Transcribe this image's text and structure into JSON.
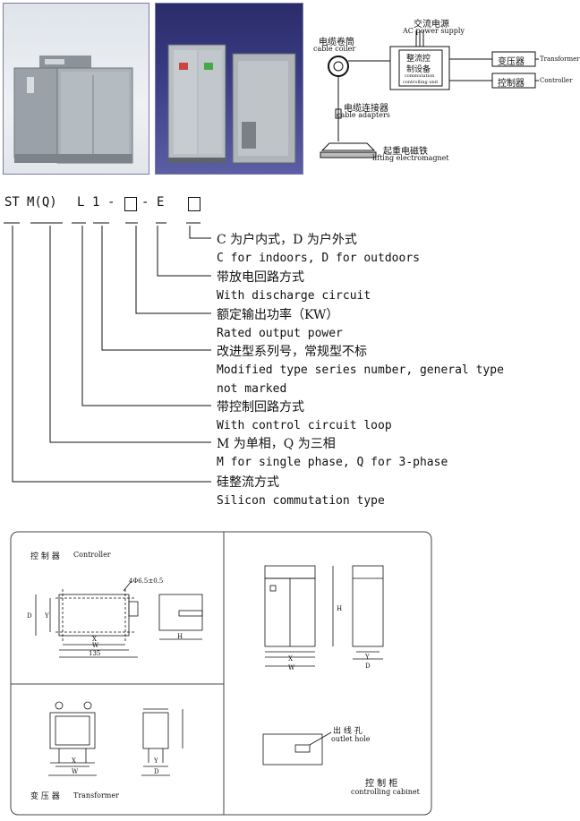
{
  "diagram": {
    "power_label_cn": "交流电源",
    "power_label_en": "AC power supply",
    "cable_coiler_cn": "电缆卷筒",
    "cable_coiler_en": "cable coiler",
    "control_unit_cn_1": "整流控",
    "control_unit_cn_2": "制设备",
    "control_unit_en_1": "commutation",
    "control_unit_en_2": "controlling unit",
    "transformer_cn": "变压器",
    "transformer_en": "Transformer",
    "controller_cn": "控制器",
    "controller_en": "Controller",
    "cable_adapter_cn": "电缆连接器",
    "cable_adapter_en": "cable adapters",
    "magnet_cn": "起重电磁铁",
    "magnet_en": "lifting electromagnet"
  },
  "model_code": {
    "p1": "ST",
    "p2": "M(Q)",
    "p3": "L",
    "p4": "1",
    "p5": "-",
    "p6": "-",
    "p7": "E"
  },
  "legend": [
    {
      "cn": "C 为户内式，D 为户外式",
      "en": "C for indoors, D for outdoors"
    },
    {
      "cn": "带放电回路方式",
      "en": "With discharge circuit"
    },
    {
      "cn": "额定输出功率（KW）",
      "en": "Rated output power"
    },
    {
      "cn": "改进型系列号，常规型不标",
      "en": "Modified type series number, general type",
      "en2": "not marked"
    },
    {
      "cn": "带控制回路方式",
      "en": "With control circuit loop"
    },
    {
      "cn": "M 为单相，Q 为三相",
      "en": "M for single phase, Q for 3-phase"
    },
    {
      "cn": "硅整流方式",
      "en": "Silicon commutation type"
    }
  ],
  "drawings": {
    "controller_title_cn": "控 制 器",
    "controller_title_en": "Controller",
    "hole_note": "4Φ6.5±0.5",
    "dim_D": "D",
    "dim_Y": "Y",
    "dim_X": "X",
    "dim_W": "W",
    "dim_135": "135",
    "dim_H": "H",
    "transformer_title_cn": "变 压 器",
    "transformer_title_en": "Transformer",
    "cabinet_title_cn": "控 制 柜",
    "cabinet_title_en": "controlling cabinet",
    "outlet_cn": "出 线 孔",
    "outlet_en": "outlet hole"
  },
  "colors": {
    "photo_border": "#7a7aa8",
    "line": "#111111",
    "panel_border": "#444444"
  }
}
